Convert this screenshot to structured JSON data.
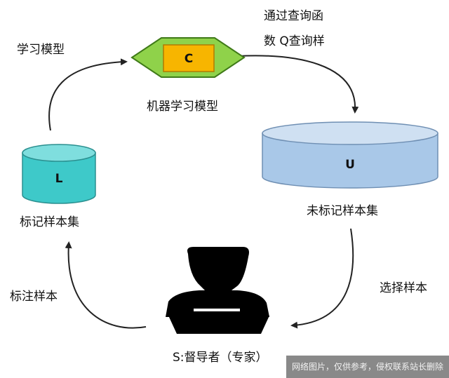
{
  "nodes": {
    "model_letter": "C",
    "model_label": "机器学习模型",
    "labeled_letter": "L",
    "labeled_label": "标记样本集",
    "unlabeled_letter": "U",
    "unlabeled_label": "未标记样本集",
    "supervisor_label": "S:督导者（专家）"
  },
  "edges": {
    "learn": "学习模型",
    "query_line1": "通过查询函",
    "query_line2": "数 Q查询样",
    "select": "选择样本",
    "annotate": "标注样本"
  },
  "watermark": "网络图片，仅供参考，侵权联系站长删除",
  "colors": {
    "hexagon_fill": "#8fd24a",
    "hexagon_stroke": "#3f7a18",
    "inner_box_fill": "#f7b500",
    "inner_box_stroke": "#b07a00",
    "cyl_L_fill": "#3ec9c9",
    "cyl_L_top": "#7fdede",
    "cyl_U_fill": "#a9c8e8",
    "cyl_U_top": "#cfe0f2",
    "arrow": "#222222"
  },
  "icons": {
    "supervisor": "person-at-laptop-icon"
  }
}
